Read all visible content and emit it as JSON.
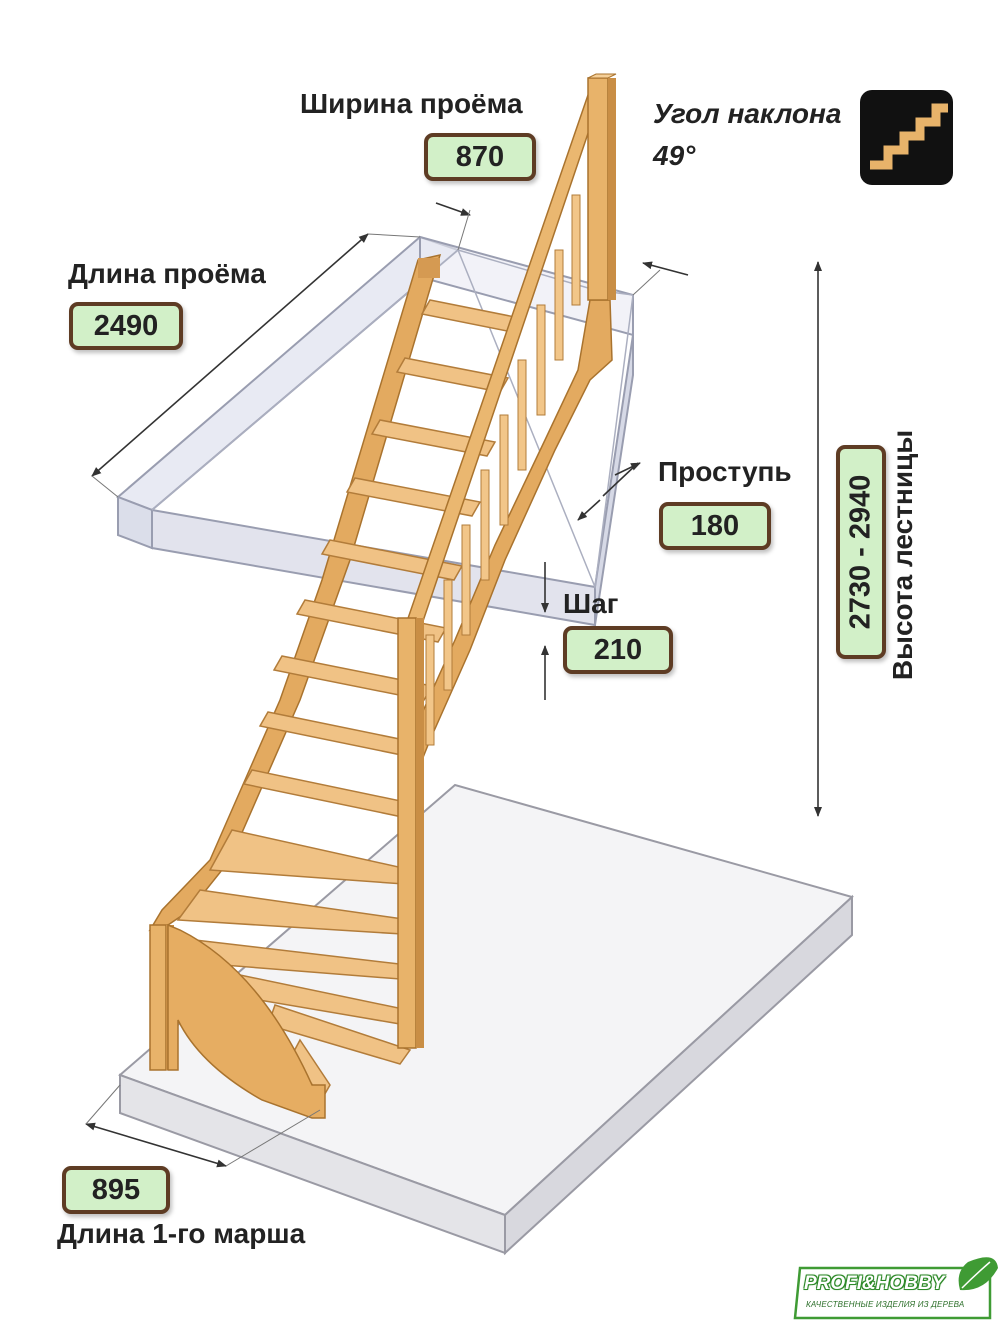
{
  "labels": {
    "opening_width": {
      "title": "Ширина проёма",
      "value": "870"
    },
    "opening_length": {
      "title": "Длина проёма",
      "value": "2490"
    },
    "angle": {
      "title": "Угол наклона",
      "value": "49°"
    },
    "tread": {
      "title": "Проступь",
      "value": "180"
    },
    "step": {
      "title": "Шаг",
      "value": "210"
    },
    "height": {
      "title": "Высота лестницы",
      "value": "2730 - 2940"
    },
    "first_flight": {
      "title": "Длина 1-го марша",
      "value": "895"
    }
  },
  "logo": {
    "brand": "PROFI&HOBBY",
    "tagline": "КАЧЕСТВЕННЫЕ ИЗДЕЛИЯ ИЗ ДЕРЕВА"
  },
  "icons": [
    "stairs-angle-icon",
    "leaf-logo-icon"
  ],
  "colors": {
    "wood": "#eab770",
    "wood_dark": "#c98e45",
    "label_fill": "#d2f0c8",
    "label_border": "#5e3c24",
    "logo_green": "#3f9b34"
  }
}
